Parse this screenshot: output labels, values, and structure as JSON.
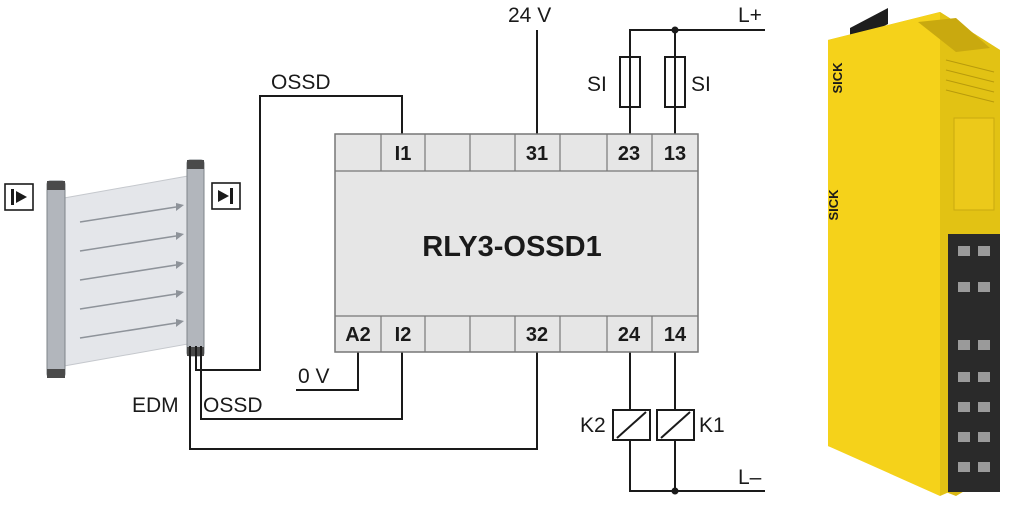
{
  "device": {
    "name": "RLY3-OSSD1"
  },
  "terminals": {
    "i1": "I1",
    "t31": "31",
    "t23": "23",
    "t13": "13",
    "a2": "A2",
    "i2": "I2",
    "t32": "32",
    "t24": "24",
    "t14": "14"
  },
  "supply": {
    "v24": "24 V",
    "lplus": "L+",
    "lminus": "L–",
    "zero_v": "0 V"
  },
  "fuses": {
    "left": "SI",
    "right": "SI"
  },
  "relays": {
    "k2": "K2",
    "k1": "K1"
  },
  "wires": {
    "ossd_top": "OSSD",
    "ossd_bottom": "OSSD",
    "edm": "EDM"
  },
  "product": {
    "brand": "SICK",
    "color": "#f5d21a"
  },
  "colors": {
    "line": "#1a1a1a",
    "box_fill": "#e6e6e6",
    "box_stroke": "#777777"
  }
}
